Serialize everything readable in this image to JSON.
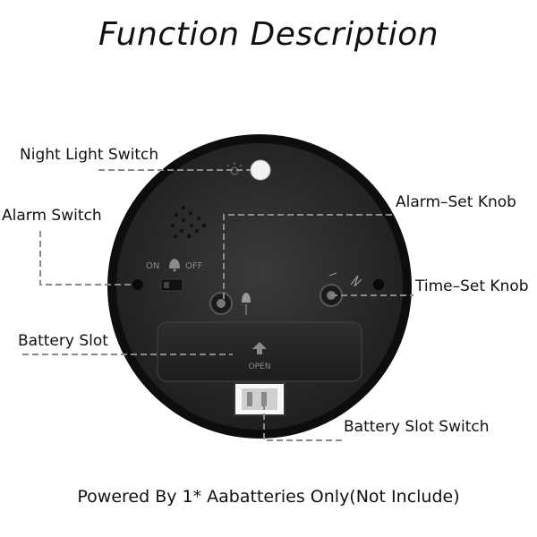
{
  "title": "Function Description",
  "labels": {
    "night_light_switch": "Night Light Switch",
    "alarm_switch": "Alarm Switch",
    "alarm_set_knob": "Alarm–Set Knob",
    "time_set_knob": "Time–Set Knob",
    "battery_slot": "Battery Slot",
    "battery_slot_switch": "Battery Slot Switch"
  },
  "clock_markings": {
    "on": "ON",
    "off": "OFF",
    "open": "OPEN"
  },
  "footer": "Powered By 1* Aabatteries Only(Not Include)",
  "colors": {
    "clock_body": "#262626",
    "clock_rim": "#0d0d0d",
    "leader_line": "#8a8a8a"
  }
}
